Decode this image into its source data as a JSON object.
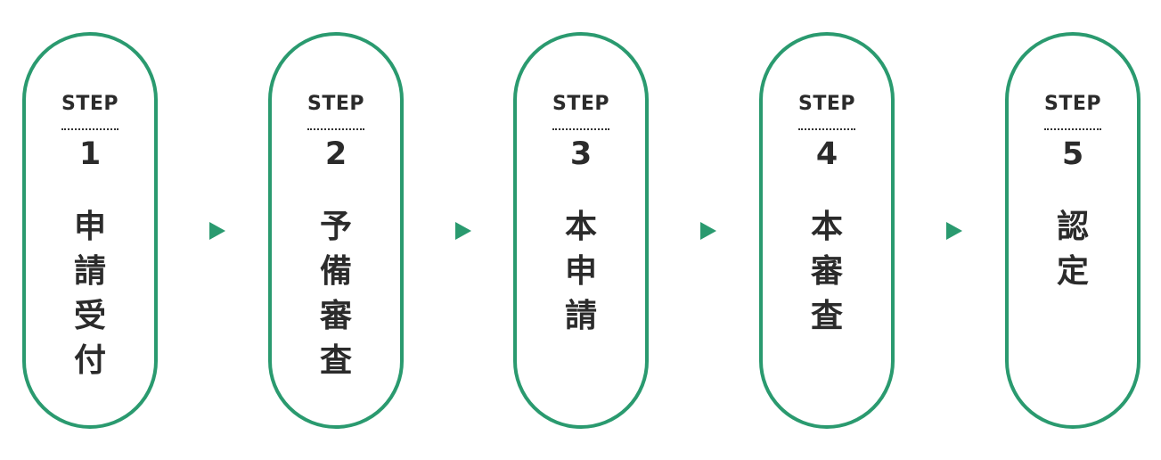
{
  "accent_color": "#2a9a6f",
  "steps": [
    {
      "label": "STEP",
      "number": "1",
      "title": "申請受付"
    },
    {
      "label": "STEP",
      "number": "2",
      "title": "予備審査"
    },
    {
      "label": "STEP",
      "number": "3",
      "title": "本申請"
    },
    {
      "label": "STEP",
      "number": "4",
      "title": "本審査"
    },
    {
      "label": "STEP",
      "number": "5",
      "title": "認定"
    }
  ],
  "connector_icon": "triangle-right-icon"
}
